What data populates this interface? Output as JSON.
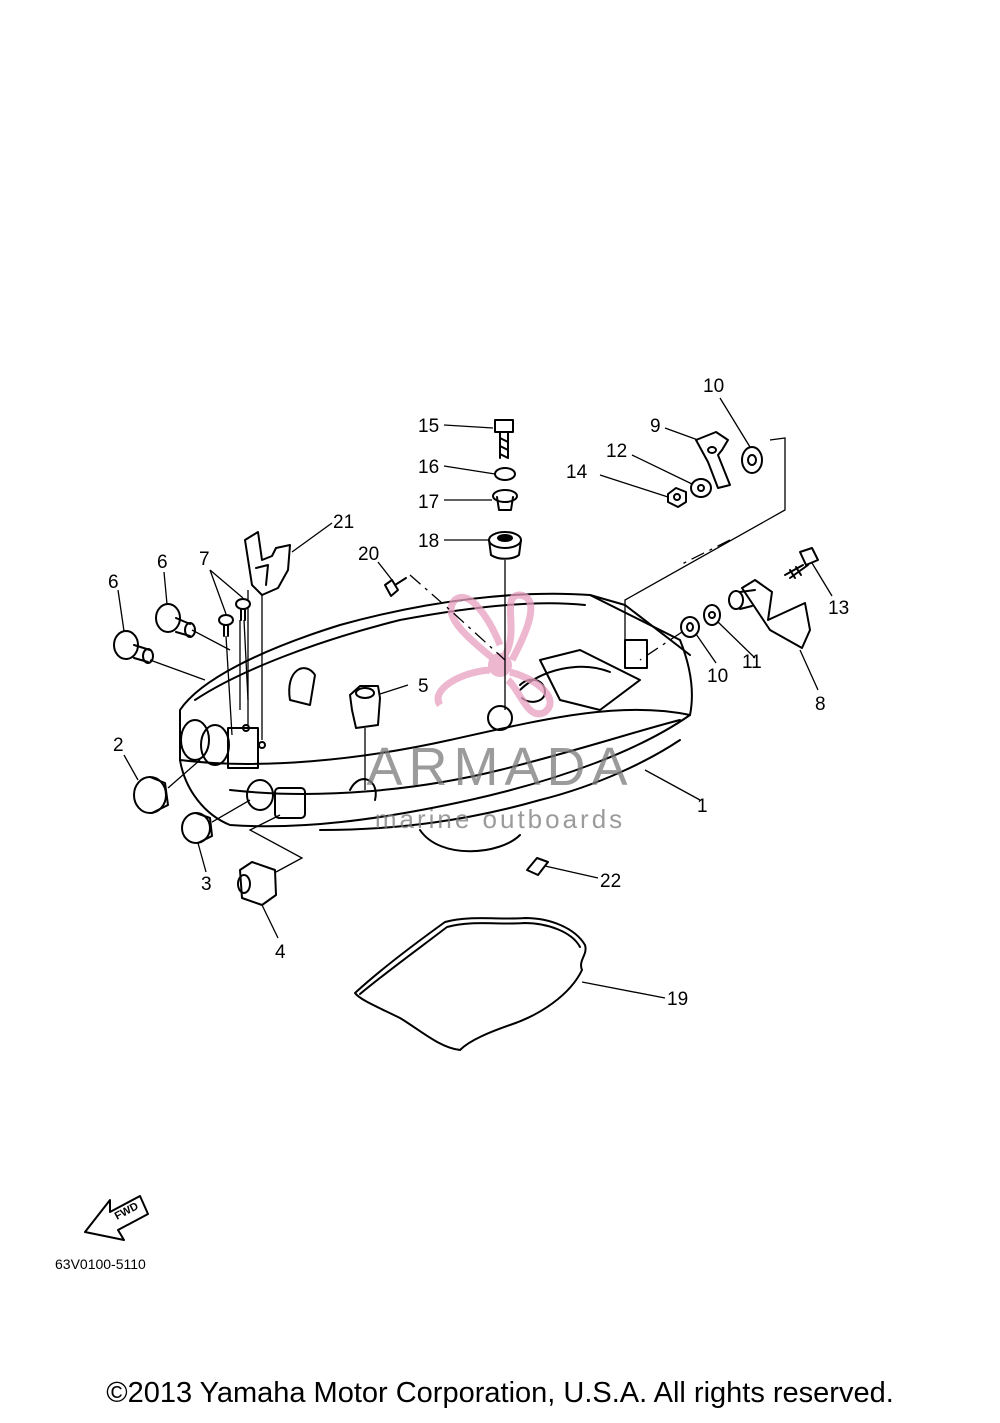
{
  "diagram": {
    "callouts": {
      "c1": "1",
      "c2": "2",
      "c3": "3",
      "c4": "4",
      "c5": "5",
      "c6a": "6",
      "c6b": "6",
      "c7": "7",
      "c8": "8",
      "c9": "9",
      "c10a": "10",
      "c10b": "10",
      "c11": "11",
      "c12": "12",
      "c13": "13",
      "c14": "14",
      "c15": "15",
      "c16": "16",
      "c17": "17",
      "c18": "18",
      "c19": "19",
      "c20": "20",
      "c21": "21",
      "c22": "22"
    },
    "fwd_label": "FWD",
    "catalog_code": "63V0100-5110"
  },
  "watermark": {
    "brand": "ARMADA",
    "tagline": "marine outboards",
    "color": "#e8a0c0"
  },
  "footer": {
    "copyright": "©2013 Yamaha Motor Corporation, U.S.A. All rights reserved."
  }
}
